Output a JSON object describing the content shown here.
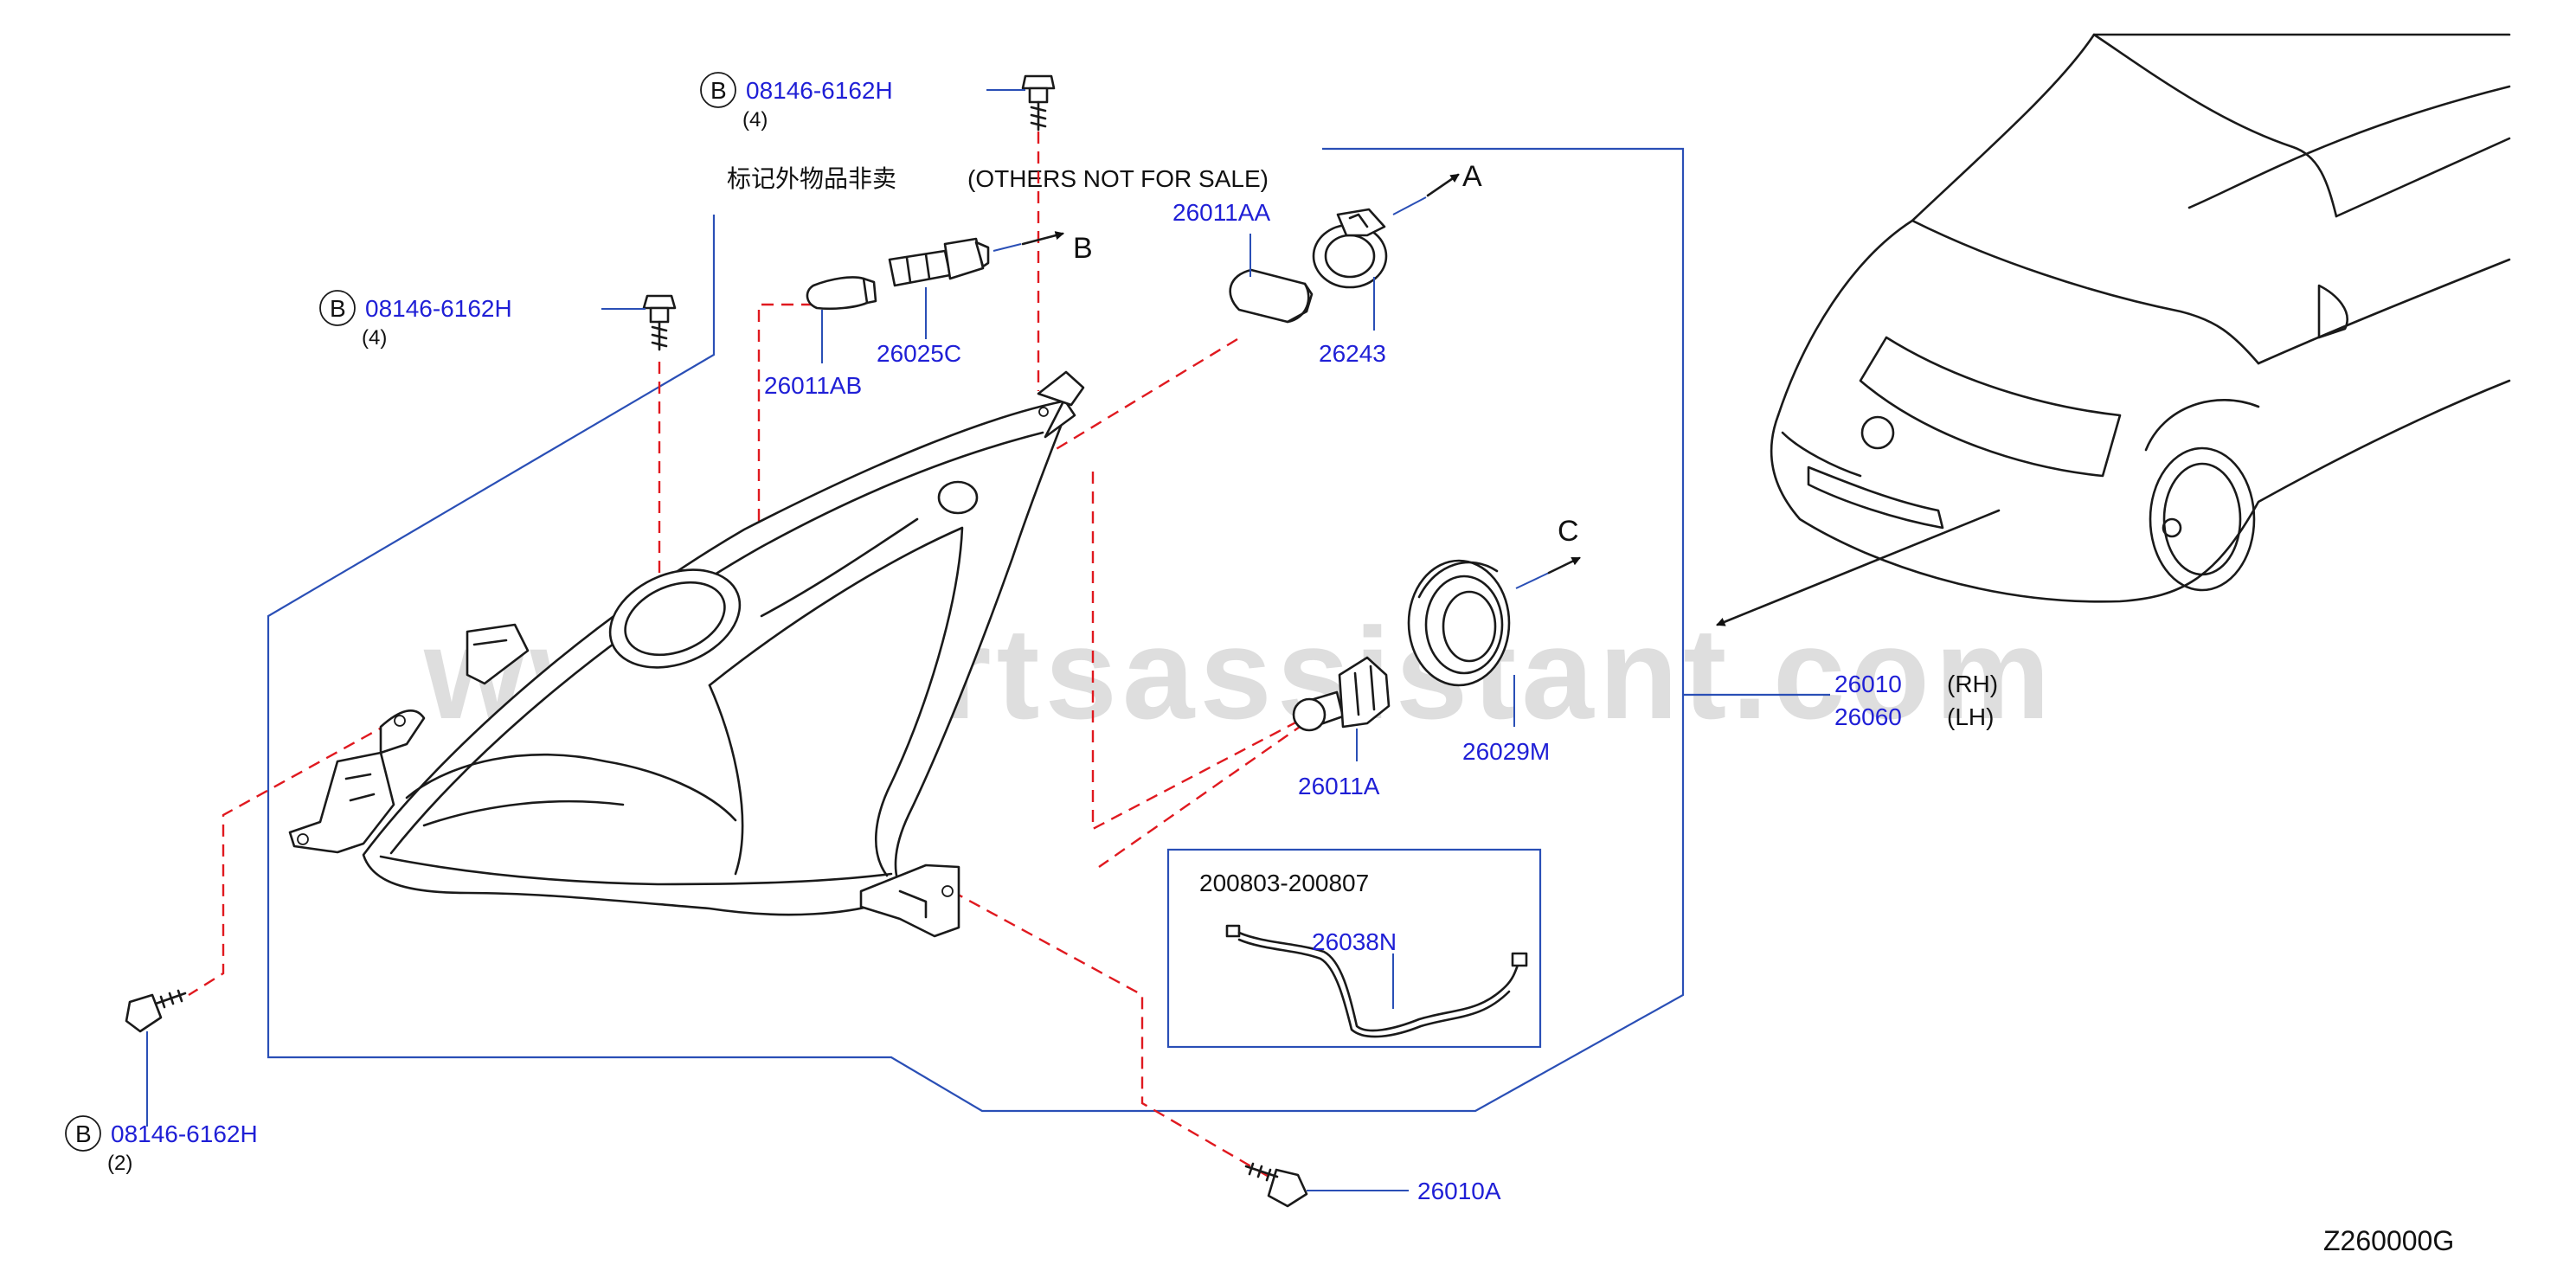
{
  "notice": {
    "cn": "标记外物品非卖",
    "en": "(OTHERS   NOT   FOR   SALE)"
  },
  "watermark": "www.partsassistant.com",
  "bolts": {
    "top": {
      "badge": "B",
      "part_no": "08146-6162H",
      "qty": "(4)"
    },
    "upper_left": {
      "badge": "B",
      "part_no": "08146-6162H",
      "qty": "(4)"
    },
    "lower_left": {
      "badge": "B",
      "part_no": "08146-6162H",
      "qty": "(2)"
    }
  },
  "parts": {
    "bulb_small": "26011AB",
    "socket_small": "26025C",
    "bulb_turn": "26011AA",
    "socket_turn": "26243",
    "bulb_main": "26011A",
    "cap": "26029M",
    "screw": "26010A",
    "lamp_rh": "26010",
    "lamp_lh": "26060",
    "rh": "(RH)",
    "lh": "(LH)"
  },
  "harness": {
    "date_range": "200803-200807",
    "part_no": "26038N"
  },
  "arrows": {
    "a": "A",
    "b": "B",
    "c": "C"
  },
  "ref_code": "Z260000G"
}
